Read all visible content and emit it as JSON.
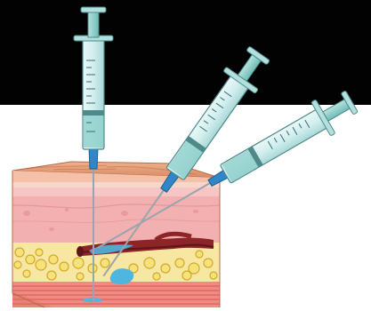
{
  "colors": {
    "top_band": "#020202",
    "background": "#ffffff",
    "syringe_barrel": "#d8eff0",
    "syringe_plunger": "#9fd6d2",
    "syringe_outline": "#4f8a8a",
    "syringe_ticks": "#2f6f74",
    "needle_hub": "#2f86c8",
    "needle": "#9aa4ad",
    "skin_top": "#e9a27e",
    "skin_top_dark": "#c9764f",
    "epidermis": "#f2b7a8",
    "dermis": "#f3b0b1",
    "dermis_spots": "#e48a93",
    "fat": "#f6e27a",
    "fat_outline": "#d1a928",
    "muscle": "#f08a83",
    "muscle_lines": "#d9625d",
    "side_face": "#e98779",
    "vein": "#7a1f23",
    "artery": "#a12f33",
    "fluid": "#4fb6e0"
  },
  "syringes": [
    {
      "icon": "syringe-intramuscular"
    },
    {
      "icon": "syringe-subcutaneous"
    },
    {
      "icon": "syringe-intravenous"
    }
  ],
  "skin_block": {
    "icon": "skin-cross-section"
  }
}
